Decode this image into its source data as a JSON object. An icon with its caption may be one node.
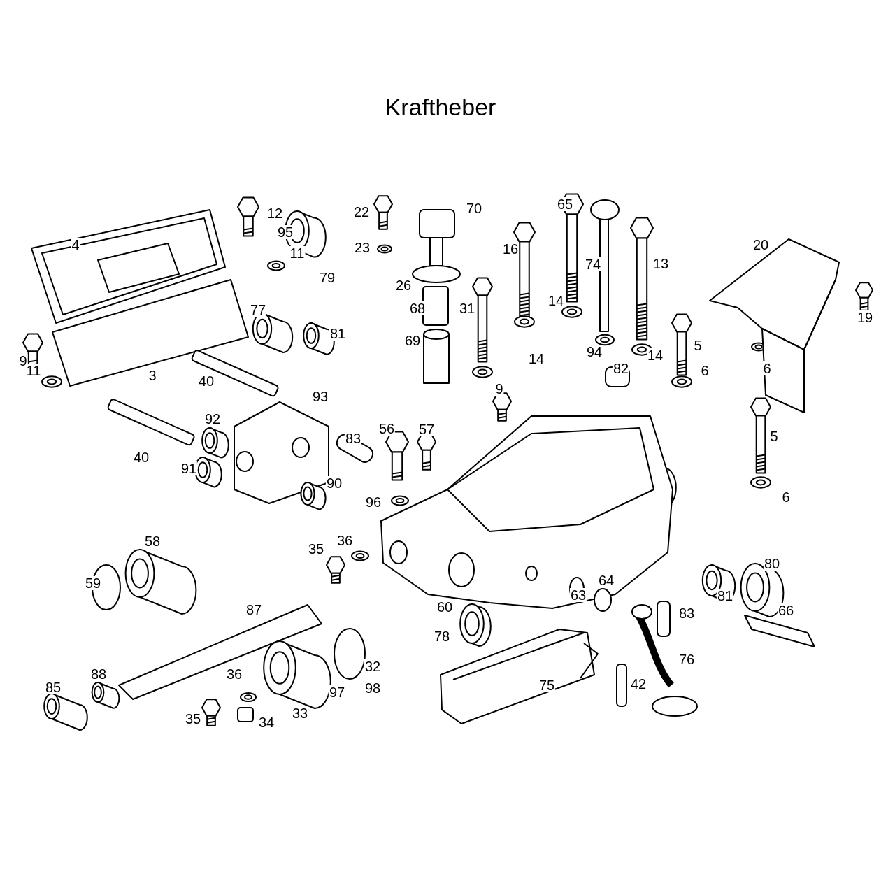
{
  "diagram": {
    "title": "Kraftheber",
    "labels": [
      "12",
      "22",
      "70",
      "65",
      "4",
      "95",
      "16",
      "20",
      "11",
      "23",
      "74",
      "13",
      "79",
      "26",
      "68",
      "31",
      "14",
      "77",
      "81",
      "69",
      "14",
      "94",
      "14",
      "5",
      "19",
      "9",
      "11",
      "3",
      "40",
      "9",
      "82",
      "6",
      "6",
      "93",
      "92",
      "56",
      "57",
      "83",
      "40",
      "5",
      "91",
      "90",
      "96",
      "6",
      "58",
      "35",
      "36",
      "59",
      "80",
      "81",
      "64",
      "63",
      "87",
      "60",
      "83",
      "66",
      "78",
      "76",
      "32",
      "85",
      "88",
      "36",
      "97",
      "98",
      "75",
      "42",
      "35",
      "34",
      "33"
    ]
  }
}
